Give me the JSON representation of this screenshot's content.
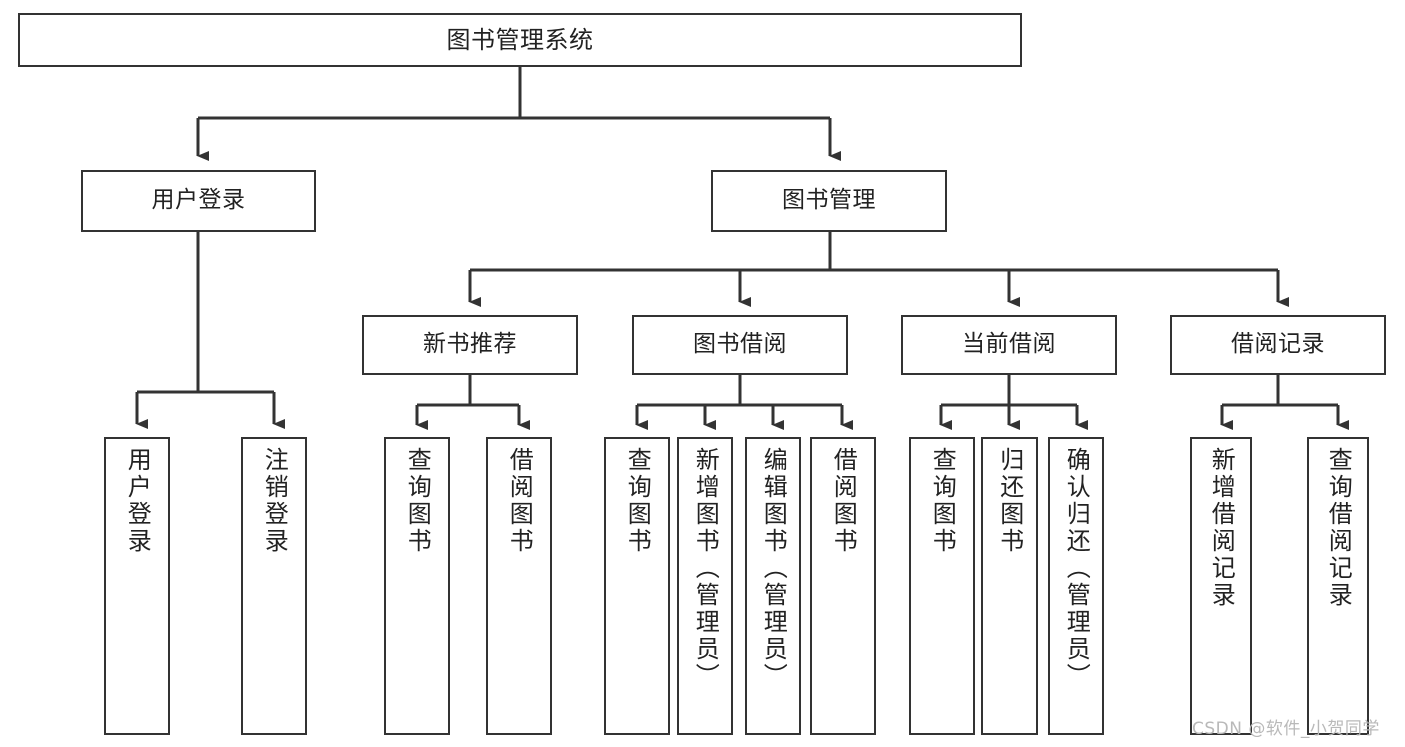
{
  "diagram": {
    "title": "图书管理系统",
    "watermark": "CSDN @软件_小贺同学",
    "style": {
      "border_color": "#333333",
      "background": "#ffffff",
      "text_color": "#222222",
      "watermark_color": "#b9b9b9"
    },
    "levels": {
      "root": {
        "label": "图书管理系统"
      },
      "level2": [
        {
          "label": "用户登录"
        },
        {
          "label": "图书管理"
        }
      ],
      "level3": [
        {
          "label": "新书推荐"
        },
        {
          "label": "图书借阅"
        },
        {
          "label": "当前借阅"
        },
        {
          "label": "借阅记录"
        }
      ],
      "leaves": [
        {
          "label": "用户登录",
          "parent": "用户登录"
        },
        {
          "label": "注销登录",
          "parent": "用户登录"
        },
        {
          "label": "查询图书",
          "parent": "新书推荐"
        },
        {
          "label": "借阅图书",
          "parent": "新书推荐"
        },
        {
          "label": "查询图书",
          "parent": "图书借阅"
        },
        {
          "label": "新增图书（管理员）",
          "parent": "图书借阅"
        },
        {
          "label": "编辑图书（管理员）",
          "parent": "图书借阅"
        },
        {
          "label": "借阅图书",
          "parent": "图书借阅"
        },
        {
          "label": "查询图书",
          "parent": "当前借阅"
        },
        {
          "label": "归还图书",
          "parent": "当前借阅"
        },
        {
          "label": "确认归还（管理员）",
          "parent": "当前借阅"
        },
        {
          "label": "新增借阅记录",
          "parent": "借阅记录"
        },
        {
          "label": "查询借阅记录",
          "parent": "借阅记录"
        }
      ]
    }
  }
}
